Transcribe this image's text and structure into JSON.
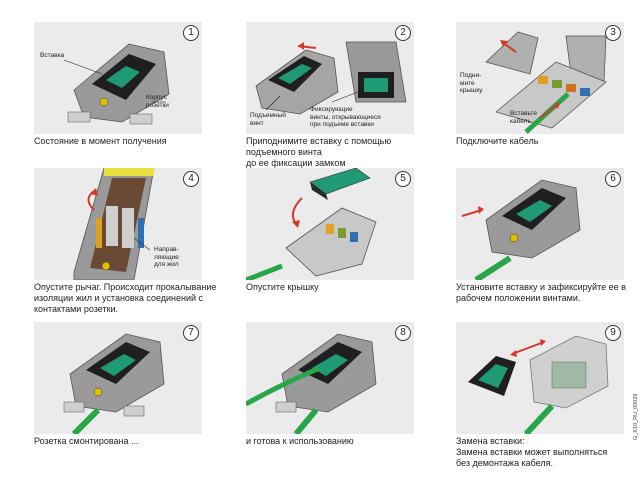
{
  "steps": [
    {
      "number": "1",
      "caption": "Состояние в момент получения",
      "callouts": [
        "Вставка",
        "Корпус\nрозетки"
      ]
    },
    {
      "number": "2",
      "caption": "Приподнимите вставку с помощью подъемного винта\nдо ее фиксации замком",
      "callouts": [
        "Подъемный\nвинт",
        "Фиксирующие\nвинты, открывающиеся\nпри подъеме вставки"
      ]
    },
    {
      "number": "3",
      "caption": "Подключите кабель",
      "callouts": [
        "Подни-\nмите\nкрышку",
        "Вставьте\nкабель"
      ]
    },
    {
      "number": "4",
      "caption": "Опустите рычаг. Происходит прокалывание\nизоляции жил и установка соединений с\nконтактами розетки.",
      "callouts": [
        "Направ-\nляющие\nдля жил"
      ]
    },
    {
      "number": "5",
      "caption": "Опустите крышку",
      "callouts": []
    },
    {
      "number": "6",
      "caption": "Установите вставку и зафиксируйте ее в\nрабочем положении винтами.",
      "callouts": []
    },
    {
      "number": "7",
      "caption": "Розетка смонтирована ...",
      "callouts": []
    },
    {
      "number": "8",
      "caption": "и готова к использованию",
      "callouts": []
    },
    {
      "number": "9",
      "caption": "Замена вставки:\nЗамена вставки может выполняться\nбез демонтажа кабеля.",
      "callouts": []
    }
  ],
  "figure_code": "G_K10_RU_00029",
  "colors": {
    "panel_bg": "#ebebeb",
    "housing": "#8c8c8c",
    "insert": "#1f1f1f",
    "jack": "#1f9a74",
    "cable": "#2aa64a",
    "arrow": "#d23a2a"
  }
}
